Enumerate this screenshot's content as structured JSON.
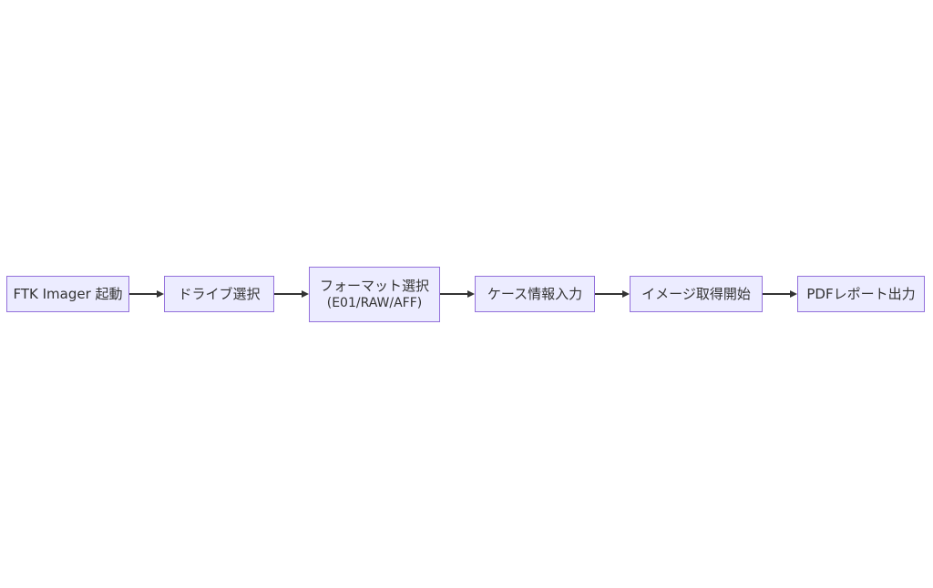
{
  "diagram": {
    "type": "flowchart",
    "direction": "left-to-right",
    "colors": {
      "background": "#ffffff",
      "node_fill": "#ECECFF",
      "node_border": "#9370DB",
      "node_text": "#333333",
      "arrow": "#333333"
    },
    "nodes": [
      {
        "id": "ftk-imager-launch",
        "label": "FTK Imager 起動"
      },
      {
        "id": "drive-select",
        "label": "ドライブ選択"
      },
      {
        "id": "format-select",
        "label": "フォーマット選択",
        "sublabel": "(E01/RAW/AFF)"
      },
      {
        "id": "case-info-input",
        "label": "ケース情報入力"
      },
      {
        "id": "image-acquisition-start",
        "label": "イメージ取得開始"
      },
      {
        "id": "pdf-report-output",
        "label": "PDFレポート出力"
      }
    ],
    "edges": [
      {
        "from": "ftk-imager-launch",
        "to": "drive-select"
      },
      {
        "from": "drive-select",
        "to": "format-select"
      },
      {
        "from": "format-select",
        "to": "case-info-input"
      },
      {
        "from": "case-info-input",
        "to": "image-acquisition-start"
      },
      {
        "from": "image-acquisition-start",
        "to": "pdf-report-output"
      }
    ]
  }
}
